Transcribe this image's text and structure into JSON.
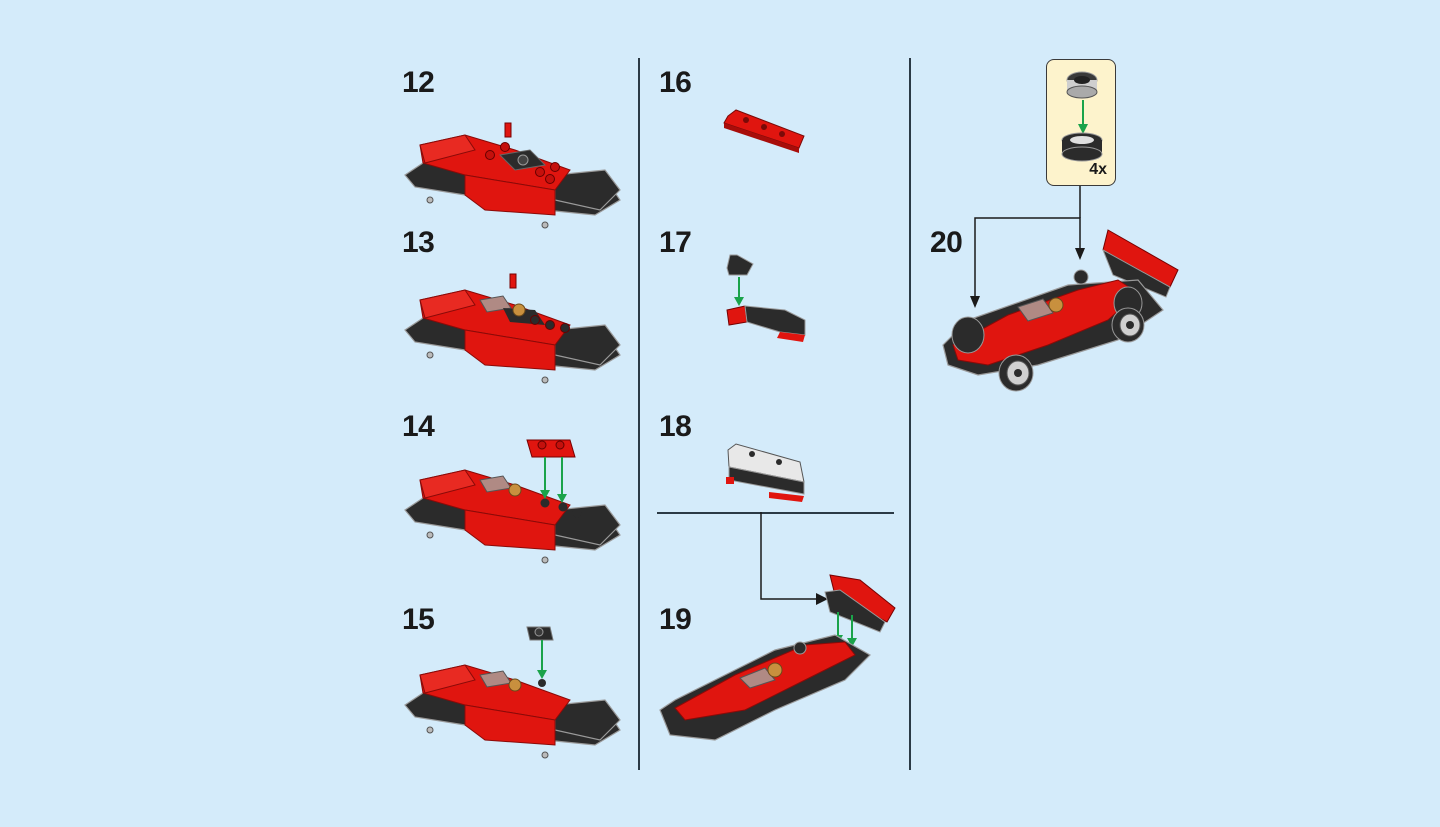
{
  "page": {
    "background_color": "#d4ebfa",
    "type": "building-instructions"
  },
  "colors": {
    "brick_red": "#e0150f",
    "brick_dark_red": "#a80d0a",
    "brick_black": "#2b2b2b",
    "outline_gray": "#9a9a9a",
    "arrow_green": "#1aa34a",
    "stud_tan": "#c8903e",
    "trans_brown": "#b08a84",
    "callout_bg": "#fdf3cc",
    "divider": "#2b3a45"
  },
  "columns": [
    {
      "steps": [
        {
          "number": "12",
          "description": "car chassis with red body, black center plate and four red studs"
        },
        {
          "number": "13",
          "description": "car with trans-brown windscreen tile and tan round stud added"
        },
        {
          "number": "14",
          "description": "1x2 red plate attached onto two studs",
          "part_added": "red 1x2 plate"
        },
        {
          "number": "15",
          "description": "black 1x1 bracket added to nose",
          "part_added": "black 1x1 plate"
        }
      ]
    },
    {
      "steps": [
        {
          "number": "16",
          "description": "red 1x4 plate"
        },
        {
          "number": "17",
          "description": "black slope attached to red plate",
          "part_added": "black slope"
        },
        {
          "number": "18",
          "description": "rear wing sub-assembly"
        },
        {
          "number": "19",
          "description": "rear wing assembly attached to car",
          "part_added": "wing sub-assembly"
        }
      ]
    },
    {
      "steps": [
        {
          "number": "20",
          "description": "wheels mounted to complete car",
          "callout": {
            "count_label": "4x",
            "description": "rim pressed into black tire"
          }
        }
      ]
    }
  ]
}
